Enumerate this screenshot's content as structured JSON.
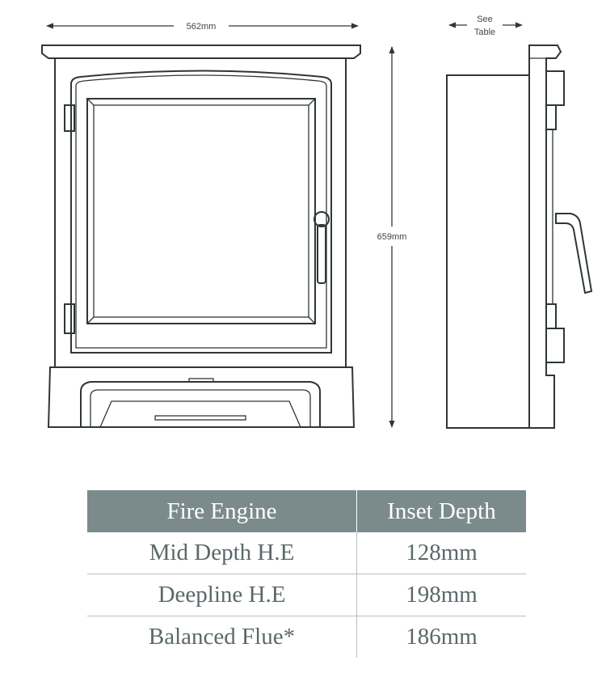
{
  "dimensions": {
    "width": "562mm",
    "height": "659mm",
    "depth": [
      "See",
      "Table"
    ]
  },
  "colors": {
    "line": "#2f3636",
    "table_header_bg": "#7b8b8b",
    "table_text": "#5b6869"
  },
  "table": {
    "headers": [
      "Fire Engine",
      "Inset Depth"
    ],
    "rows": [
      [
        "Mid Depth H.E",
        "128mm"
      ],
      [
        "Deepline H.E",
        "198mm"
      ],
      [
        "Balanced Flue*",
        "186mm"
      ]
    ]
  }
}
